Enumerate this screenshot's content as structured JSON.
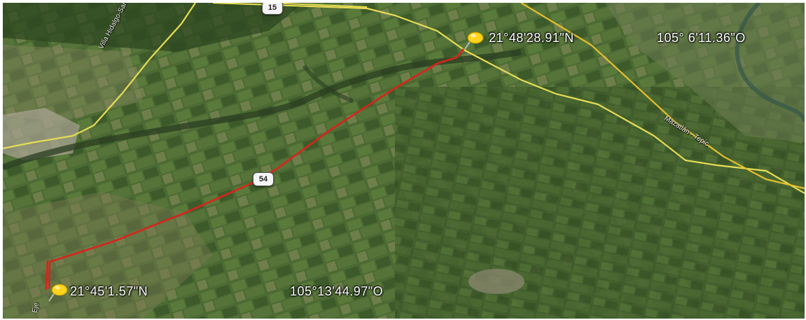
{
  "map": {
    "colors": {
      "road": "#e6dc55",
      "track": "#d8241c",
      "pin": "#ffd21c"
    },
    "markers": [
      {
        "name": "start",
        "icon": "pushpin-icon"
      },
      {
        "name": "end",
        "icon": "pushpin-icon"
      }
    ],
    "coords": {
      "end_lat": "21°48'28.91\"N",
      "end_lon": "105° 6'11.36\"O",
      "start_lat": "21°45'1.57\"N",
      "start_lon": "105°13'44.97\"O"
    },
    "shields": {
      "hwy15": "15",
      "hwy54": "54"
    },
    "road_labels": {
      "mazatlan": "Mazatlán - Tepic",
      "villa": "Villa Hidalgo-Santiago Ixcuintla",
      "bottom": "Eje"
    }
  }
}
